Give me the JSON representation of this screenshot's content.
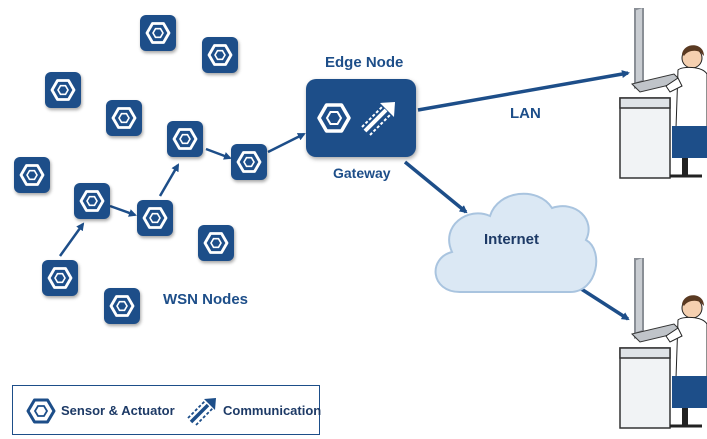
{
  "labels": {
    "edge_node": "Edge Node",
    "gateway": "Gateway",
    "lan": "LAN",
    "internet": "Internet",
    "wsn_nodes": "WSN Nodes"
  },
  "legend": {
    "sensor_label": "Sensor & Actuator",
    "communication_label": "Communication"
  },
  "colors": {
    "node_blue": "#1d4e89",
    "arrow_blue": "#1d4e89",
    "cloud_fill": "#dbe8f4",
    "cloud_stroke": "#a9c4df"
  },
  "icons": {
    "sensor": "hexagon-sensor-icon",
    "communication": "diagonal-arrows-communication-icon",
    "workstation": "user-at-computer-icon"
  }
}
